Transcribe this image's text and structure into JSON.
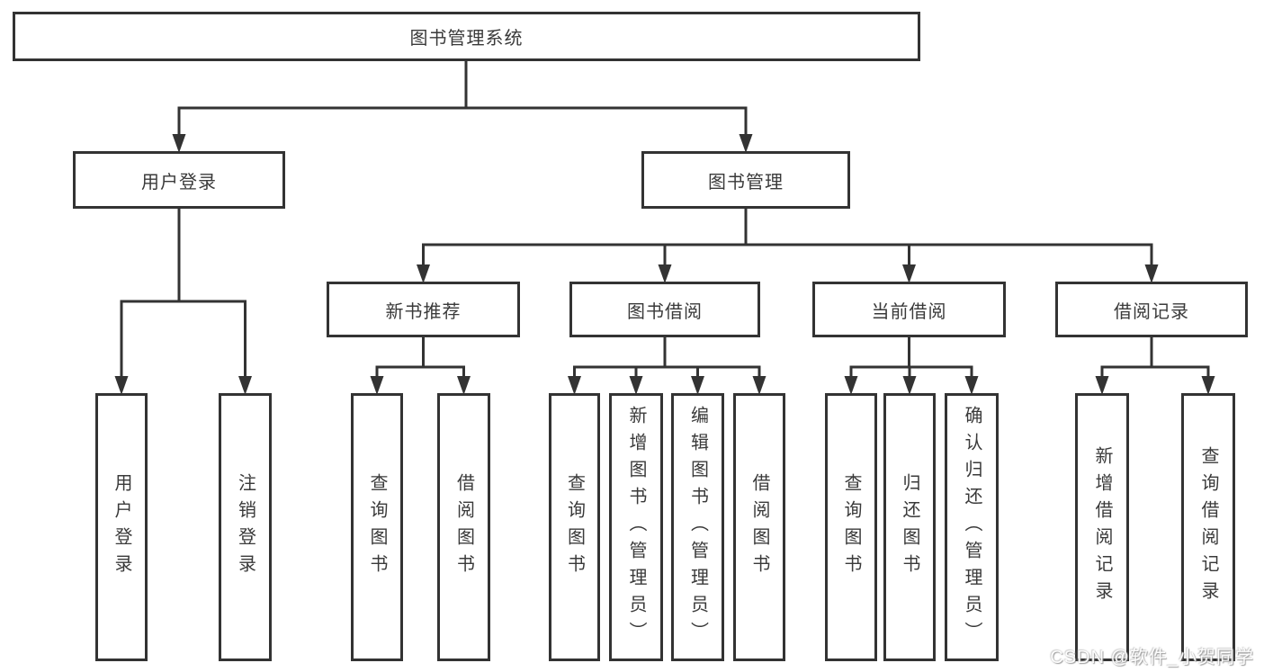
{
  "diagram": {
    "root": {
      "label": "图书管理系统"
    },
    "level2": [
      {
        "label": "用户登录",
        "parent": "图书管理系统"
      },
      {
        "label": "图书管理",
        "parent": "图书管理系统"
      }
    ],
    "level3": [
      {
        "label": "新书推荐",
        "parent": "图书管理"
      },
      {
        "label": "图书借阅",
        "parent": "图书管理"
      },
      {
        "label": "当前借阅",
        "parent": "图书管理"
      },
      {
        "label": "借阅记录",
        "parent": "图书管理"
      }
    ],
    "leaves": [
      {
        "label": "用户登录",
        "parent": "用户登录"
      },
      {
        "label": "注销登录",
        "parent": "用户登录"
      },
      {
        "label": "查询图书",
        "parent": "新书推荐"
      },
      {
        "label": "借阅图书",
        "parent": "新书推荐"
      },
      {
        "label": "查询图书",
        "parent": "图书借阅"
      },
      {
        "label": "新增图书（管理员）",
        "parent": "图书借阅"
      },
      {
        "label": "编辑图书（管理员）",
        "parent": "图书借阅"
      },
      {
        "label": "借阅图书",
        "parent": "图书借阅"
      },
      {
        "label": "查询图书",
        "parent": "当前借阅"
      },
      {
        "label": "归还图书",
        "parent": "当前借阅"
      },
      {
        "label": "确认归还（管理员）",
        "parent": "当前借阅"
      },
      {
        "label": "新增借阅记录",
        "parent": "借阅记录"
      },
      {
        "label": "查询借阅记录",
        "parent": "借阅记录"
      }
    ]
  },
  "watermark": {
    "text": "CSDN @软件_小贺同学"
  },
  "colors": {
    "line": "#333333",
    "text": "#3a3a3a",
    "background": "#ffffff",
    "box_fill": "#ffffff"
  }
}
